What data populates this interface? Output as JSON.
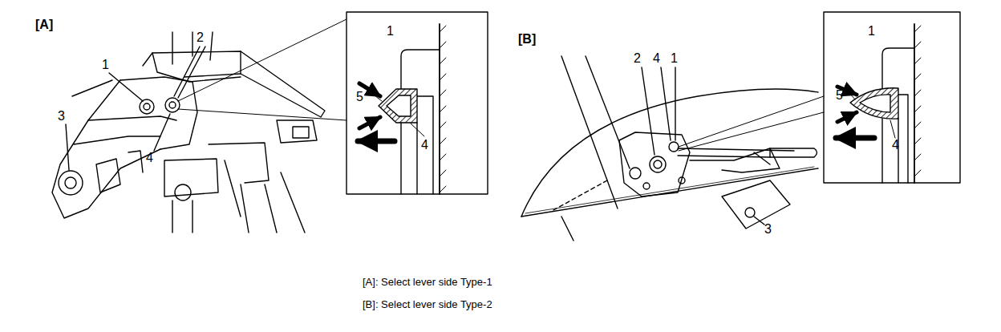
{
  "diagram": {
    "labels": [
      "[A]",
      "1",
      "2",
      "3",
      "4",
      "1",
      "5",
      "4",
      "[B]",
      "2",
      "4",
      "1",
      "3",
      "1",
      "5",
      "4",
      "[A]: Select lever side Type-1",
      "[B]: Select lever side Type-2"
    ]
  }
}
